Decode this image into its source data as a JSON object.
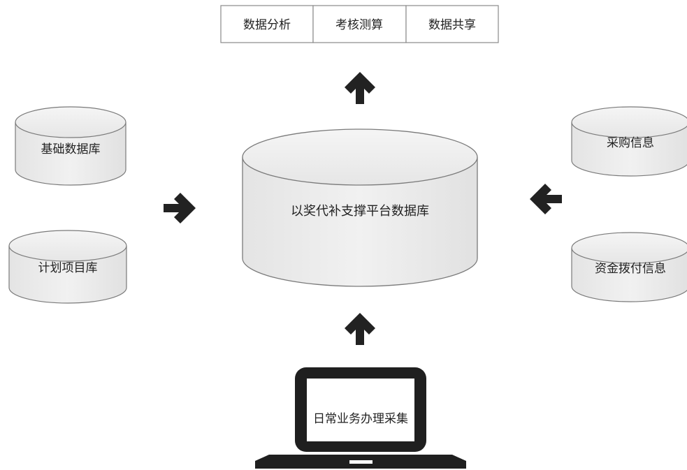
{
  "outputs": {
    "items": [
      "数据分析",
      "考核测算",
      "数据共享"
    ]
  },
  "center_db": {
    "label": "以奖代补支撑平台数据库"
  },
  "left_dbs": [
    {
      "label": "基础数据库"
    },
    {
      "label": "计划项目库"
    }
  ],
  "right_dbs": [
    {
      "label": "采购信息"
    },
    {
      "label": "资金拨付信息"
    }
  ],
  "laptop": {
    "label": "日常业务办理采集"
  },
  "colors": {
    "cylinder_fill": "#e9e9e9",
    "cylinder_stroke": "#7a7a7a",
    "arrow": "#222222",
    "laptop_frame": "#1f1f1f"
  }
}
